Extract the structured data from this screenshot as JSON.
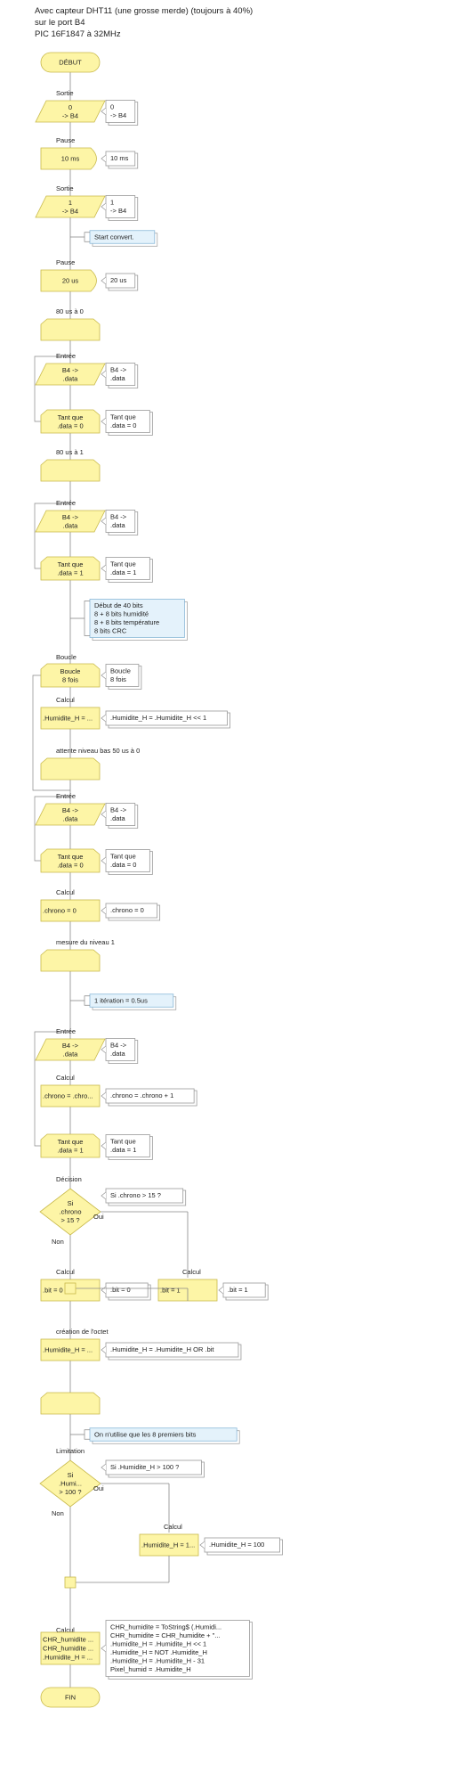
{
  "header": {
    "line1": "Avec capteur DHT11 (une grosse merde) (toujours à 40%)",
    "line2": "sur le port B4",
    "line3": "PIC 16F1847 à 32MHz"
  },
  "colors": {
    "block_fill": "#fdf5a6",
    "block_stroke": "#c8b94a",
    "note_fill": "#e4f2fb",
    "note_stroke": "#8ab8d8",
    "comment_stroke": "#999999",
    "line": "#888888"
  },
  "nodes": [
    {
      "kind": "terminal",
      "lines": [
        "DÉBUT"
      ]
    },
    {
      "kind": "io",
      "label": "Sortie",
      "lines": [
        "0",
        "-> B4"
      ],
      "comment": [
        "0",
        "-> B4"
      ]
    },
    {
      "kind": "pause",
      "label": "Pause",
      "lines": [
        "10 ms"
      ],
      "comment": [
        "10 ms"
      ]
    },
    {
      "kind": "io",
      "label": "Sortie",
      "lines": [
        "1",
        "-> B4"
      ],
      "comment": [
        "1",
        "-> B4"
      ]
    },
    {
      "kind": "note",
      "lines": [
        "Start convert."
      ]
    },
    {
      "kind": "pause",
      "label": "Pause",
      "lines": [
        "20 us"
      ],
      "comment": [
        "20 us"
      ]
    },
    {
      "kind": "empty",
      "label": "80 us à 0",
      "lines": []
    },
    {
      "kind": "io",
      "label": "Entrée",
      "lines": [
        "B4 ->",
        ".data"
      ],
      "comment": [
        "B4 ->",
        ".data"
      ]
    },
    {
      "kind": "loop",
      "label": "",
      "lines": [
        "Tant que",
        ".data = 0"
      ],
      "comment": [
        "Tant que",
        ".data = 0"
      ]
    },
    {
      "kind": "empty",
      "label": "80 us à 1",
      "lines": []
    },
    {
      "kind": "io",
      "label": "Entrée",
      "lines": [
        "B4 ->",
        ".data"
      ],
      "comment": [
        "B4 ->",
        ".data"
      ]
    },
    {
      "kind": "loop",
      "label": "",
      "lines": [
        "Tant que",
        ".data = 1"
      ],
      "comment": [
        "Tant que",
        ".data = 1"
      ]
    },
    {
      "kind": "note",
      "lines": [
        "Début de 40 bits",
        "8 + 8 bits humidité",
        "8 + 8 bits température",
        "8 bits CRC"
      ]
    },
    {
      "kind": "loop",
      "label": "Boucle",
      "lines": [
        "Boucle",
        "8 fois"
      ],
      "comment": [
        "Boucle",
        "8 fois"
      ]
    },
    {
      "kind": "calc",
      "label": "Calcul",
      "lines": [
        ".Humidite_H = ..."
      ],
      "comment": [
        ".Humidite_H = .Humidite_H << 1"
      ]
    },
    {
      "kind": "empty",
      "label": "attente niveau bas 50 us à 0",
      "lines": []
    },
    {
      "kind": "io",
      "label": "Entrée",
      "lines": [
        "B4 ->",
        ".data"
      ],
      "comment": [
        "B4 ->",
        ".data"
      ]
    },
    {
      "kind": "loop",
      "label": "",
      "lines": [
        "Tant que",
        ".data = 0"
      ],
      "comment": [
        "Tant que",
        ".data = 0"
      ]
    },
    {
      "kind": "calc",
      "label": "Calcul",
      "lines": [
        ".chrono = 0"
      ],
      "comment": [
        ".chrono = 0"
      ]
    },
    {
      "kind": "empty",
      "label": "mesure du niveau 1",
      "lines": []
    },
    {
      "kind": "note",
      "lines": [
        "1 itération = 0.5us"
      ]
    },
    {
      "kind": "io",
      "label": "Entrée",
      "lines": [
        "B4 ->",
        ".data"
      ],
      "comment": [
        "B4 ->",
        ".data"
      ]
    },
    {
      "kind": "calc",
      "label": "Calcul",
      "lines": [
        ".chrono = .chro..."
      ],
      "comment": [
        ".chrono = .chrono + 1"
      ]
    },
    {
      "kind": "loop",
      "label": "",
      "lines": [
        "Tant que",
        ".data = 1"
      ],
      "comment": [
        "Tant que",
        ".data = 1"
      ]
    },
    {
      "kind": "decision",
      "label": "Décision",
      "lines": [
        "Si",
        ".chrono",
        "> 15 ?"
      ],
      "comment": [
        "Si  .chrono > 15 ?"
      ],
      "yes": "Oui",
      "no": "Non",
      "branch_no": {
        "kind": "calc",
        "label": "Calcul",
        "lines": [
          ".bit = 0"
        ],
        "comment": [
          ".bit = 0"
        ]
      },
      "branch_yes": {
        "kind": "calc",
        "label": "Calcul",
        "lines": [
          ".bit = 1"
        ],
        "comment": [
          ".bit = 1"
        ]
      }
    },
    {
      "kind": "calc",
      "label": "création de l'octet",
      "lines": [
        ".Humidite_H = ..."
      ],
      "comment": [
        ".Humidite_H = .Humidite_H OR .bit"
      ]
    },
    {
      "kind": "empty",
      "label": "",
      "lines": []
    },
    {
      "kind": "note",
      "lines": [
        "On n'utilise que les 8 premiers bits"
      ]
    },
    {
      "kind": "decision",
      "label": "Limitation",
      "lines": [
        "Si",
        ".Humi...",
        "> 100 ?"
      ],
      "comment": [
        "Si  .Humidite_H > 100 ?"
      ],
      "yes": "Oui",
      "no": "Non",
      "branch_yes": {
        "kind": "calc",
        "label": "Calcul",
        "lines": [
          ".Humidite_H = 1..."
        ],
        "comment": [
          ".Humidite_H = 100"
        ]
      }
    },
    {
      "kind": "calc",
      "label": "Calcul",
      "lines": [
        "CHR_humidite ...",
        "CHR_humidite ...",
        ".Humidite_H = ..."
      ],
      "comment": [
        "CHR_humidite = ToString$ (.Humidi...",
        "CHR_humidite = CHR_humidite + \"...",
        ".Humidite_H = .Humidite_H << 1",
        ".Humidite_H = NOT .Humidite_H",
        ".Humidite_H = .Humidite_H - 31",
        "Pixel_humid = .Humidite_H"
      ]
    },
    {
      "kind": "terminal",
      "lines": [
        "FIN"
      ]
    }
  ]
}
